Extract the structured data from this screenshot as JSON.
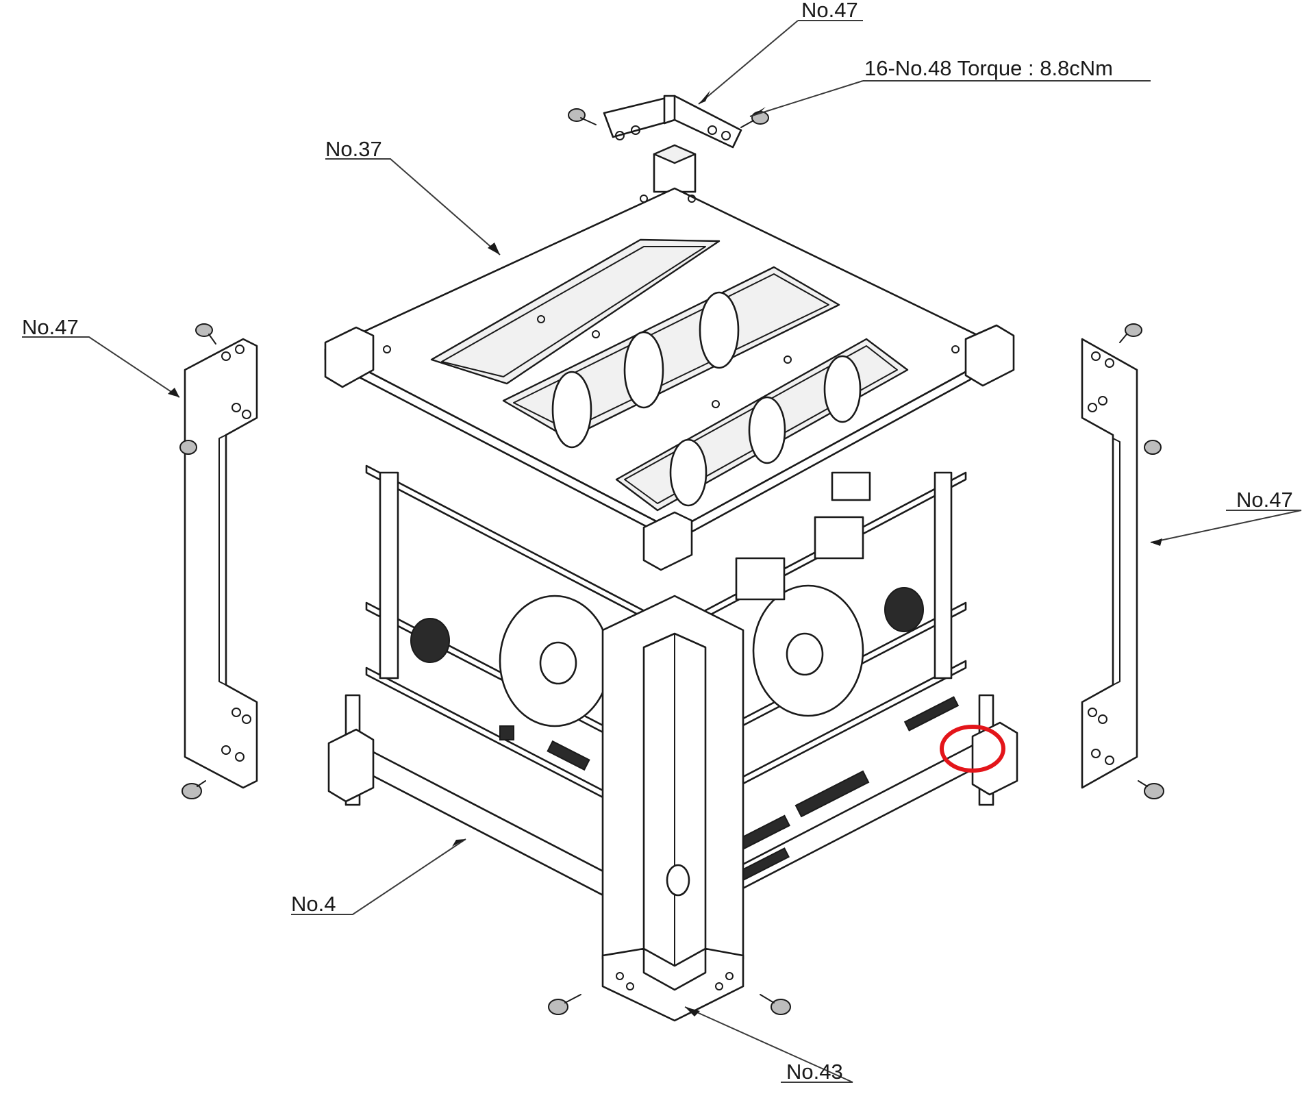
{
  "callouts": {
    "top_bracket": "No.47",
    "screws": "16-No.48 Torque : 8.8cNm",
    "top_plate": "No.37",
    "left_bracket": "No.47",
    "right_bracket": "No.47",
    "bottom_frame": "No.4",
    "front_bracket": "No.43"
  },
  "colors": {
    "line": "#1a1a1a",
    "highlight": "#e3151a",
    "background": "#ffffff"
  }
}
